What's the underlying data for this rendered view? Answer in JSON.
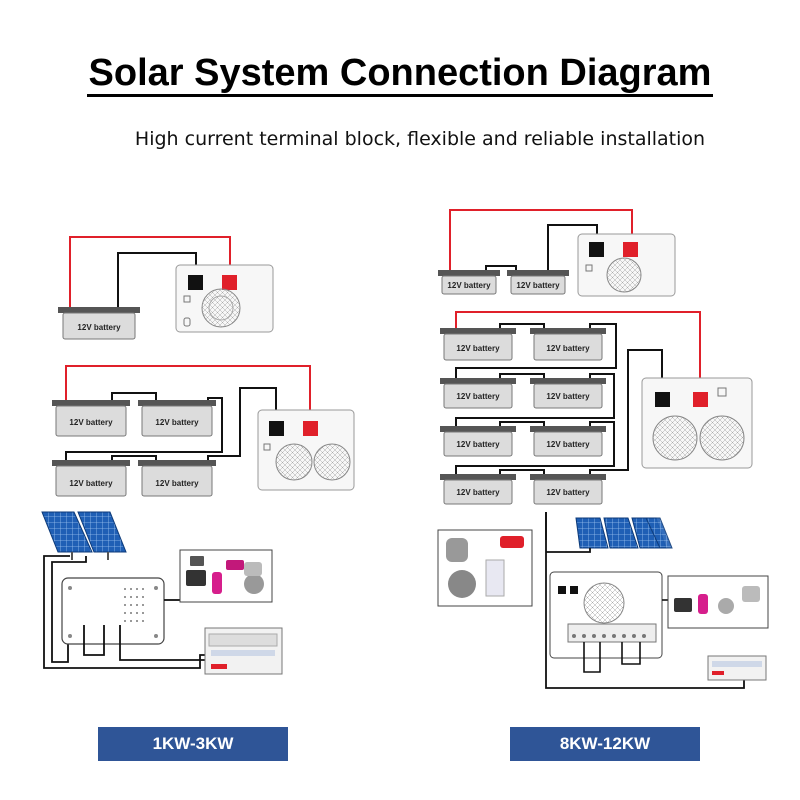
{
  "header": {
    "title": "Solar System Connection Diagram",
    "subtitle": "High current terminal block, flexible and reliable installation"
  },
  "battery_label": "12V battery",
  "labels": {
    "left": "1KW-3KW",
    "right": "8KW-12KW"
  },
  "colors": {
    "positive_wire": "#e0202a",
    "negative_wire": "#111111",
    "label_bg": "#2f5597",
    "battery_body": "#dcdcdc",
    "terminal_red": "#e0202a",
    "terminal_black": "#111111",
    "solar_panel": "#1f5fb5"
  }
}
